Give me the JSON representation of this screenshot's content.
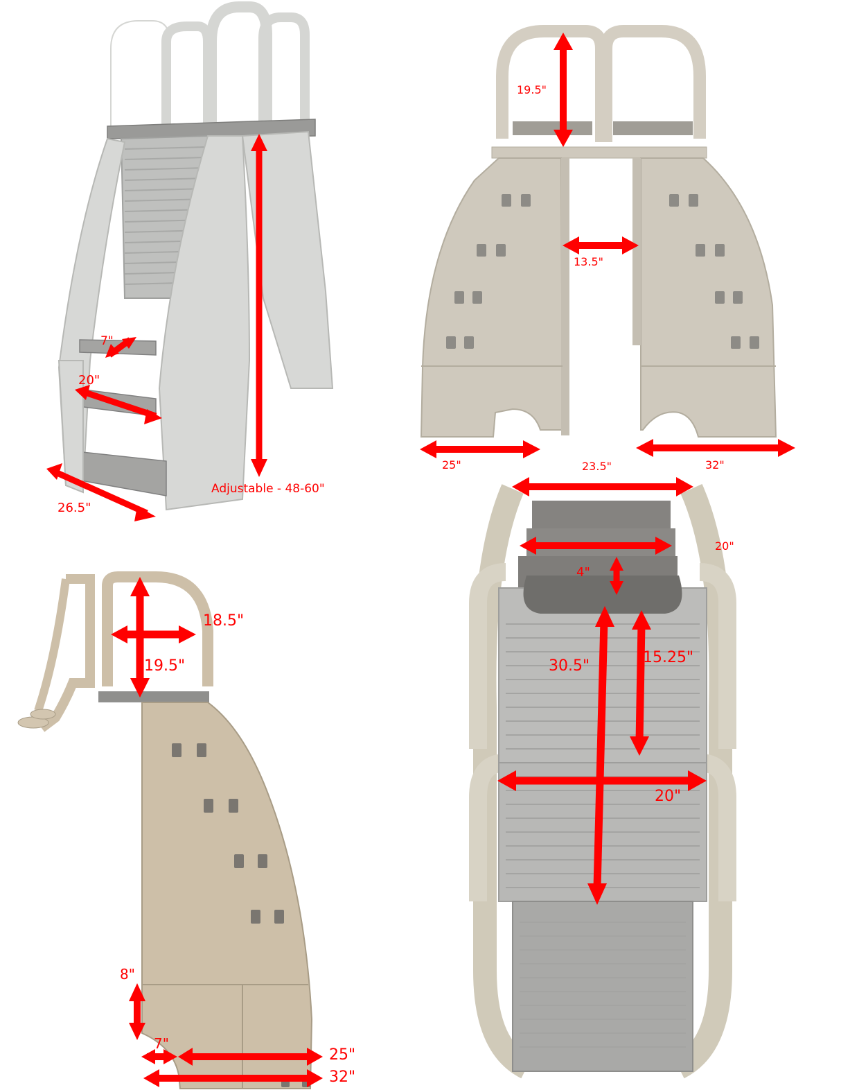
{
  "image": {
    "description": "Pool ladder product dimension diagram with four views",
    "accent_color": "#ff0000"
  },
  "views": {
    "perspective": {
      "labels": {
        "step_depth": "7\"",
        "step_width": "20\"",
        "base_depth": "26.5\"",
        "height": "Adjustable - 48-60\""
      }
    },
    "front": {
      "labels": {
        "handrail_height": "19.5\"",
        "gap_width": "13.5\"",
        "left_base": "25\"",
        "right_base": "32\""
      }
    },
    "top": {
      "labels": {
        "outer_width": "23.5\"",
        "step_width": "20\"",
        "riser_height": "4\"",
        "total_length": "30.5\"",
        "section_length": "15.25\"",
        "platform_width": "20\""
      }
    },
    "side": {
      "labels": {
        "rail_width": "18.5\"",
        "rail_height": "19.5\"",
        "foot_height": "8\"",
        "notch_width": "7\"",
        "base_length": "25\"",
        "total_length": "32\""
      }
    }
  }
}
